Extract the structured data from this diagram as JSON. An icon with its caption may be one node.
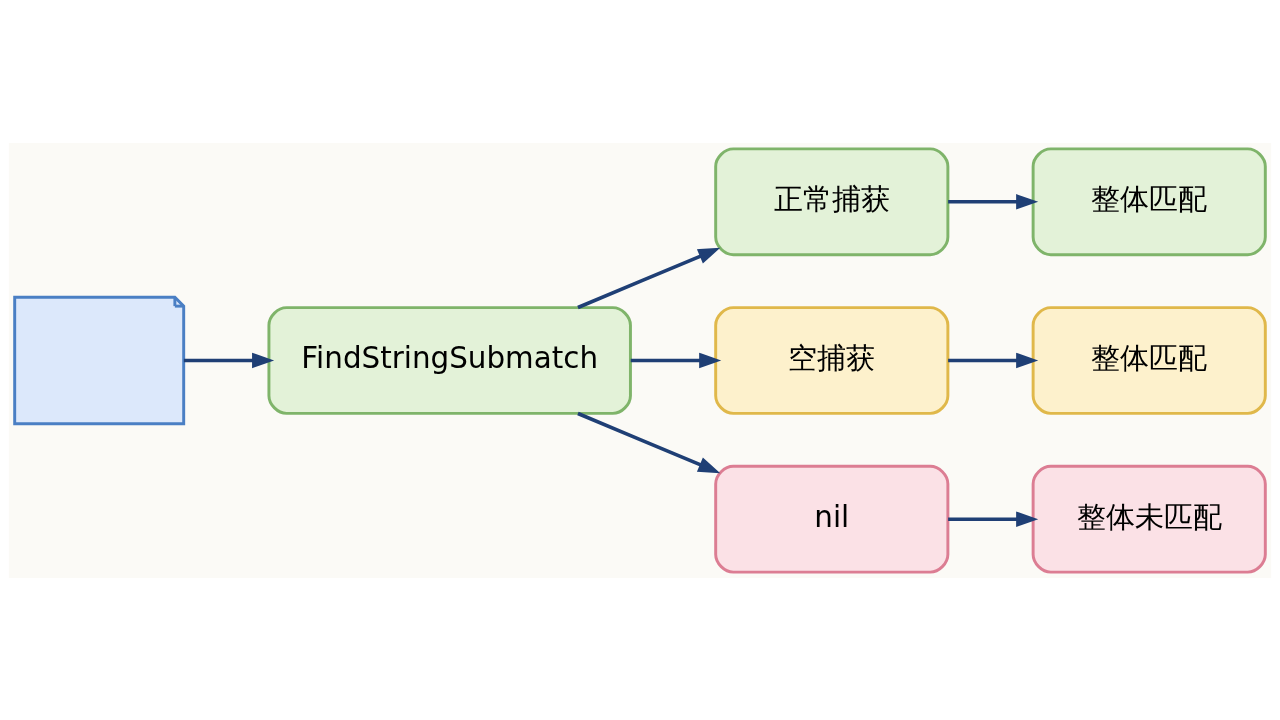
{
  "diagram": {
    "nodes": [
      {
        "text": [],
        "shape": "document"
      },
      {
        "text": [
          "FindStringSubmatch"
        ]
      },
      {
        "text": [
          "正常捕获"
        ]
      },
      {
        "text": [
          "空捕获"
        ]
      },
      {
        "text": [
          "nil"
        ]
      },
      {
        "text": [
          "整体匹配"
        ]
      },
      {
        "text": [
          "整体匹配"
        ]
      },
      {
        "text": [
          "整体未匹配"
        ]
      }
    ],
    "edges": [
      {
        "from": 0,
        "to": 1,
        "arrow": "to"
      },
      {
        "from": 1,
        "to": 2,
        "arrow": "to"
      },
      {
        "from": 1,
        "to": 3,
        "arrow": "to"
      },
      {
        "from": 1,
        "to": 4,
        "arrow": "to"
      },
      {
        "from": 2,
        "to": 5,
        "arrow": "to"
      },
      {
        "from": 3,
        "to": 6,
        "arrow": "to"
      },
      {
        "from": 4,
        "to": 7,
        "arrow": "to"
      }
    ]
  }
}
